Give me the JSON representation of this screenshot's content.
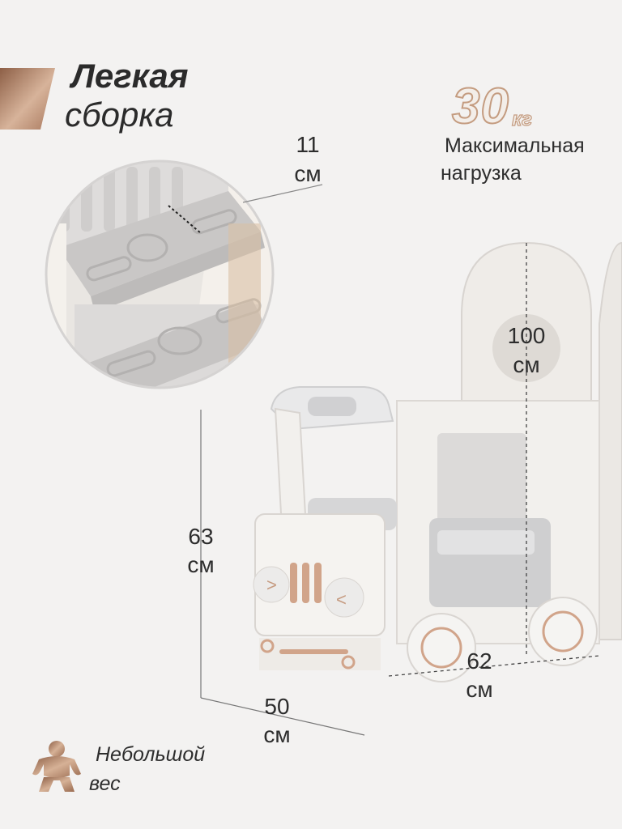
{
  "heading": {
    "line1": "Легкая",
    "line2": "сборка"
  },
  "max_load": {
    "value": "30",
    "unit": "кг",
    "label_line1": "Максимальная",
    "label_line2": "нагрузка"
  },
  "dimensions": {
    "step": {
      "value": "11",
      "unit": "см"
    },
    "height_total": {
      "value": "100",
      "unit": "см"
    },
    "height_front": {
      "value": "63",
      "unit": "см"
    },
    "depth": {
      "value": "50",
      "unit": "см"
    },
    "length": {
      "value": "62",
      "unit": "см"
    }
  },
  "weight": {
    "line1": "Небольшой",
    "line2": "вес"
  },
  "colors": {
    "accent": "#b08267",
    "accent_light": "#d7b39a",
    "product": "#efece8",
    "product_grey": "#cfcfd0"
  },
  "icons": [
    "gradient-corner-tab",
    "strongman-icon",
    "measure-line"
  ]
}
